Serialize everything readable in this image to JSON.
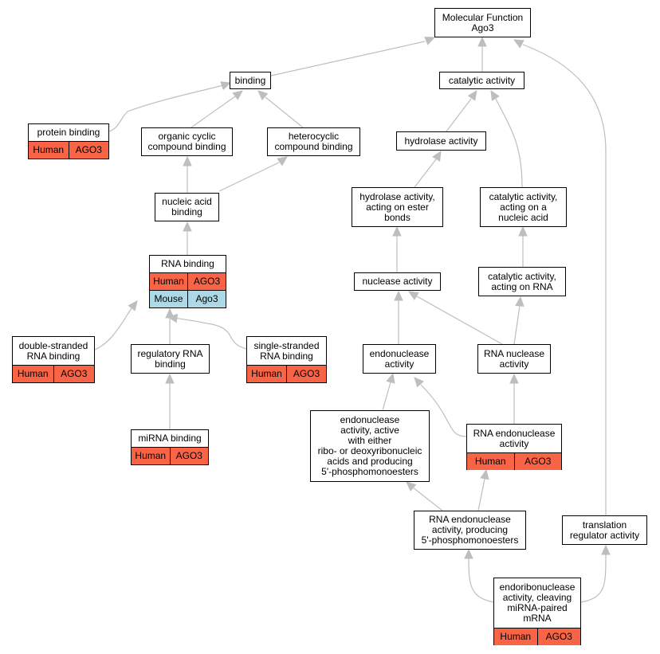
{
  "colors": {
    "human": "#fa6446",
    "mouse": "#add8e6",
    "edge": "#bebebe"
  },
  "nodes": {
    "mf": {
      "label": "Molecular Function\nAgo3"
    },
    "binding": {
      "label": "binding"
    },
    "catalytic": {
      "label": "catalytic activity"
    },
    "protein": {
      "label": "protein binding",
      "human": "Human",
      "human_gene": "AGO3"
    },
    "organic": {
      "label": "organic cyclic\ncompound binding"
    },
    "hetero": {
      "label": "heterocyclic\ncompound binding"
    },
    "hydrolase": {
      "label": "hydrolase activity"
    },
    "nucleic": {
      "label": "nucleic acid\nbinding"
    },
    "hyd_ester": {
      "label": "hydrolase activity,\nacting on ester\nbonds"
    },
    "cat_nuc": {
      "label": "catalytic activity,\nacting on a\nnucleic acid"
    },
    "rna": {
      "label": "RNA binding",
      "human": "Human",
      "human_gene": "AGO3",
      "mouse": "Mouse",
      "mouse_gene": "Ago3"
    },
    "nuclease": {
      "label": "nuclease activity"
    },
    "cat_rna": {
      "label": "catalytic activity,\nacting on RNA"
    },
    "ds": {
      "label": "double-stranded\nRNA binding",
      "human": "Human",
      "human_gene": "AGO3"
    },
    "reg": {
      "label": "regulatory RNA\nbinding"
    },
    "ss": {
      "label": "single-stranded\nRNA binding",
      "human": "Human",
      "human_gene": "AGO3"
    },
    "endo": {
      "label": "endonuclease\nactivity"
    },
    "rna_nuc": {
      "label": "RNA nuclease\nactivity"
    },
    "endo_act": {
      "label": "endonuclease\nactivity, active\nwith either\nribo- or deoxyribonucleic\nacids and producing\n5'-phosphomonoesters"
    },
    "rna_endo": {
      "label": "RNA endonuclease\nactivity",
      "human": "Human",
      "human_gene": "AGO3"
    },
    "mirna": {
      "label": "miRNA binding",
      "human": "Human",
      "human_gene": "AGO3"
    },
    "rna_endo_p": {
      "label": "RNA endonuclease\nactivity, producing\n5'-phosphomonoesters"
    },
    "transl": {
      "label": "translation\nregulator activity"
    },
    "endoribo": {
      "label": "endoribonuclease\nactivity, cleaving\nmiRNA-paired\nmRNA",
      "human": "Human",
      "human_gene": "AGO3"
    }
  }
}
